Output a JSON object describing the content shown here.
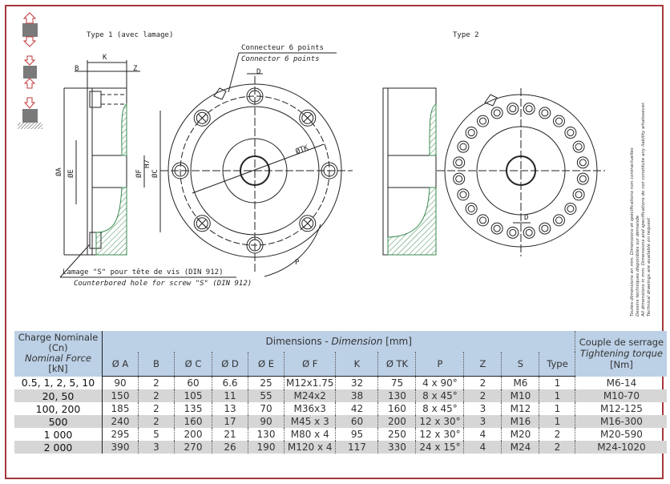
{
  "drawing": {
    "type1_title": "Type 1 (avec lamage)",
    "type2_title": "Type 2",
    "connector_fr": "Connecteur 6 points",
    "connector_en": "Connector 6 points",
    "lamage_fr": "Lamage \"S\" pour tête de vis (DIN 912)",
    "lamage_en": "Counterbored hole for screw \"S\" (DIN 912)",
    "labels": {
      "K": "K",
      "B": "B",
      "Z": "Z",
      "D": "D",
      "A": "ØA",
      "E": "ØE",
      "F": "ØF",
      "C": "ØC",
      "H7": "H7",
      "TK": "ØTK",
      "P": "P",
      "D2": "D"
    },
    "colors": {
      "frame": "#a8383c",
      "hatch": "#3a8a50",
      "arrow": "#c0393b",
      "block": "#7a7a7a"
    }
  },
  "notes": [
    "Toutes dimensions en mm. Dimensions et spécifications non contractuelles",
    "Dessins techniques disponibles sur demande",
    "All dimensions in mm. Dimensions and specifications do not constitute any liability whatsoever.",
    "Technical drawings are available on request"
  ],
  "table": {
    "charge_fr": "Charge Nominale",
    "charge_cn": "(Cn)",
    "charge_en": "Nominal Force",
    "charge_unit": "[kN]",
    "dim_fr": "Dimensions - ",
    "dim_en": "Dimension",
    "dim_unit": " [mm]",
    "torque_fr": "Couple de serrage",
    "torque_en": "Tightening torque",
    "torque_unit": "[Nm]",
    "columns": [
      "Ø A",
      "B",
      "Ø C",
      "Ø D",
      "Ø E",
      "Ø F",
      "K",
      "Ø TK",
      "P",
      "Z",
      "S",
      "Type"
    ],
    "rows": [
      [
        "0.5, 1, 2, 5, 10",
        "90",
        "2",
        "60",
        "6.6",
        "25",
        "M12x1.75",
        "32",
        "75",
        "4 x 90°",
        "2",
        "M6",
        "1",
        "M6-14"
      ],
      [
        "20, 50",
        "150",
        "2",
        "105",
        "11",
        "55",
        "M24x2",
        "38",
        "130",
        "8 x 45°",
        "2",
        "M10",
        "1",
        "M10-70"
      ],
      [
        "100, 200",
        "185",
        "2",
        "135",
        "13",
        "70",
        "M36x3",
        "42",
        "160",
        "8 x 45°",
        "3",
        "M12",
        "1",
        "M12-125"
      ],
      [
        "500",
        "240",
        "2",
        "160",
        "17",
        "90",
        "M45 x 3",
        "60",
        "200",
        "12 x 30°",
        "3",
        "M16",
        "1",
        "M16-300"
      ],
      [
        "1 000",
        "295",
        "5",
        "200",
        "21",
        "130",
        "M80 x 4",
        "95",
        "250",
        "12 x 30°",
        "4",
        "M20",
        "2",
        "M20-590"
      ],
      [
        "2 000",
        "390",
        "3",
        "270",
        "26",
        "190",
        "M120 x 4",
        "117",
        "330",
        "24 x 15°",
        "4",
        "M24",
        "2",
        "M24-1020"
      ]
    ]
  }
}
